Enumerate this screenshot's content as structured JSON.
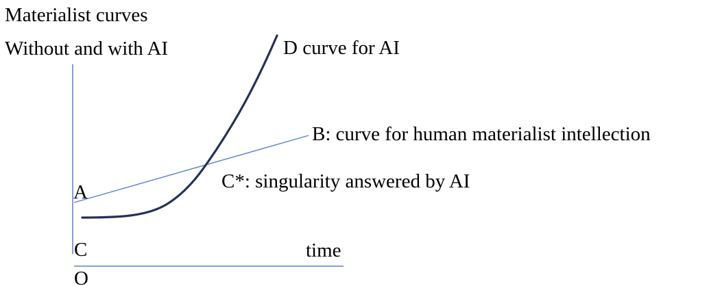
{
  "diagram": {
    "title_line1": "Materialist curves",
    "title_line2": "Without and with AI",
    "label_D": "D curve for AI",
    "label_B": "B: curve for human materialist intellection",
    "label_Cstar": "C*: singularity answered by AI",
    "label_A": "A",
    "label_C": "C",
    "label_time": "time",
    "label_O": "O"
  },
  "colors": {
    "axis": "#5b7fd1",
    "human_curve": "#5b7fd1",
    "ai_curve": "#24325a",
    "text": "#000000"
  }
}
